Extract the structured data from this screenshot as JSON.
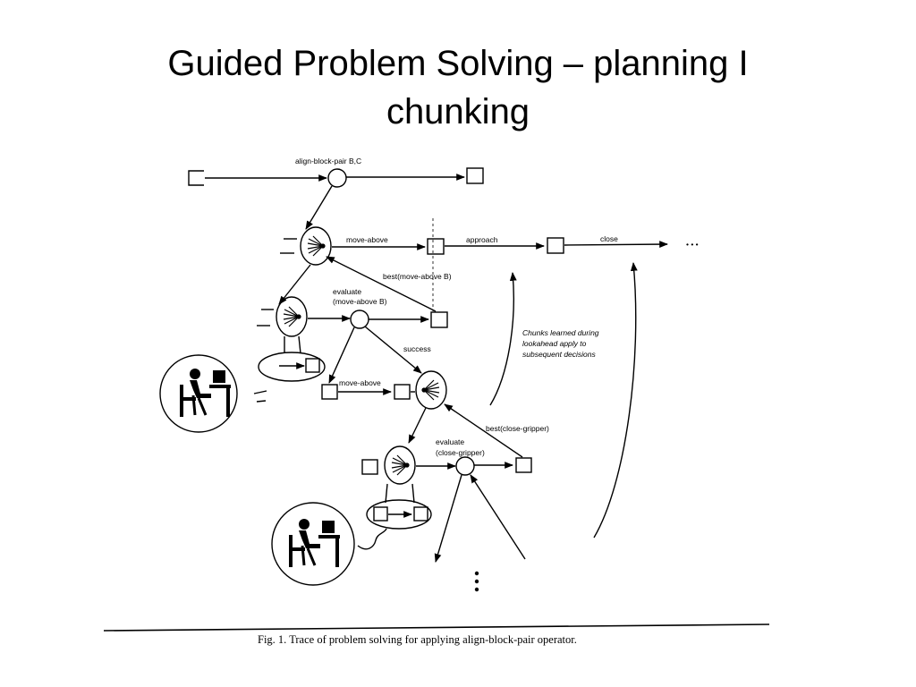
{
  "slide": {
    "title_line1": "Guided Problem Solving – planning I",
    "title_line2": "chunking"
  },
  "diagram": {
    "labels": {
      "align_block_pair": "align-block-pair B,C",
      "move_above_1": "move-above",
      "approach": "approach",
      "close": "close",
      "ellipsis": "• • •",
      "best_move_above": "best(move-above B)",
      "evaluate_1_line1": "evaluate",
      "evaluate_1_line2": "(move-above B)",
      "success": "success",
      "move_above_2": "move-above",
      "best_close_gripper": "best(close-gripper)",
      "evaluate_2_line1": "evaluate",
      "evaluate_2_line2": "(close-gripper)",
      "chunks_line1": "Chunks learned during",
      "chunks_line2": "lookahead apply to",
      "chunks_line3": "subsequent decisions",
      "caption": "Fig. 1. Trace of problem solving for applying align-block-pair operator."
    },
    "icons": [
      "person-at-computer-icon",
      "person-at-computer-icon"
    ]
  }
}
